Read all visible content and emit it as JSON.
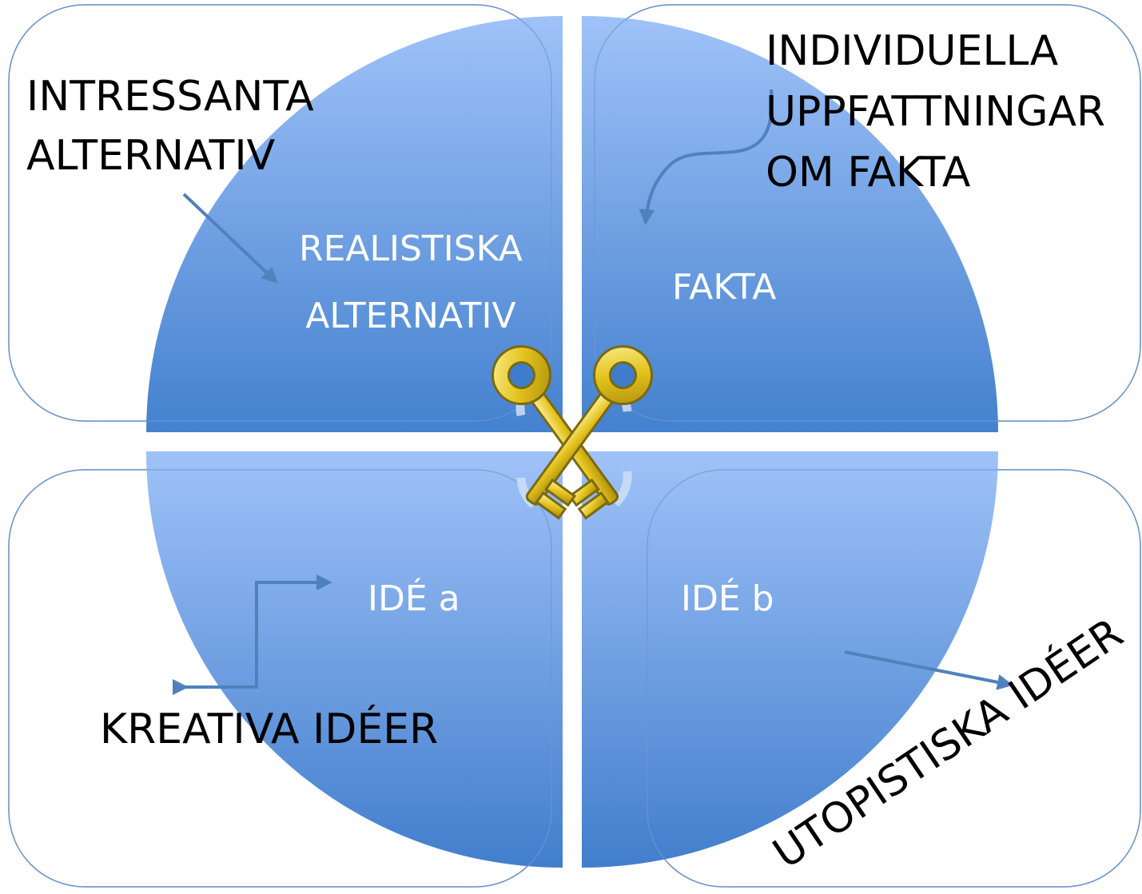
{
  "quadrants": {
    "top_left": {
      "outer_line1": "INTRESSANTA",
      "outer_line2": "ALTERNATIV",
      "inner_line1": "REALISTISKA",
      "inner_line2": "ALTERNATIV"
    },
    "top_right": {
      "outer_line1": "INDIVIDUELLA",
      "outer_line2": "UPPFATTNINGAR",
      "outer_line3": "OM FAKTA",
      "inner": "FAKTA"
    },
    "bottom_left": {
      "outer": "KREATIVA IDÉER",
      "inner": "IDÉ a"
    },
    "bottom_right": {
      "outer": "UTOPISTISKA IDÉER",
      "inner": "IDÉ b"
    }
  },
  "colors": {
    "quadrant_top": "#9cc0f8",
    "quadrant_bottom": "#3c7bcc",
    "box_stroke": "#5b86bf",
    "arrow": "#4f81bd",
    "key_gold": "#e0c020",
    "key_outline": "#7a6a10"
  },
  "icons": [
    "crossed-keys-icon"
  ]
}
